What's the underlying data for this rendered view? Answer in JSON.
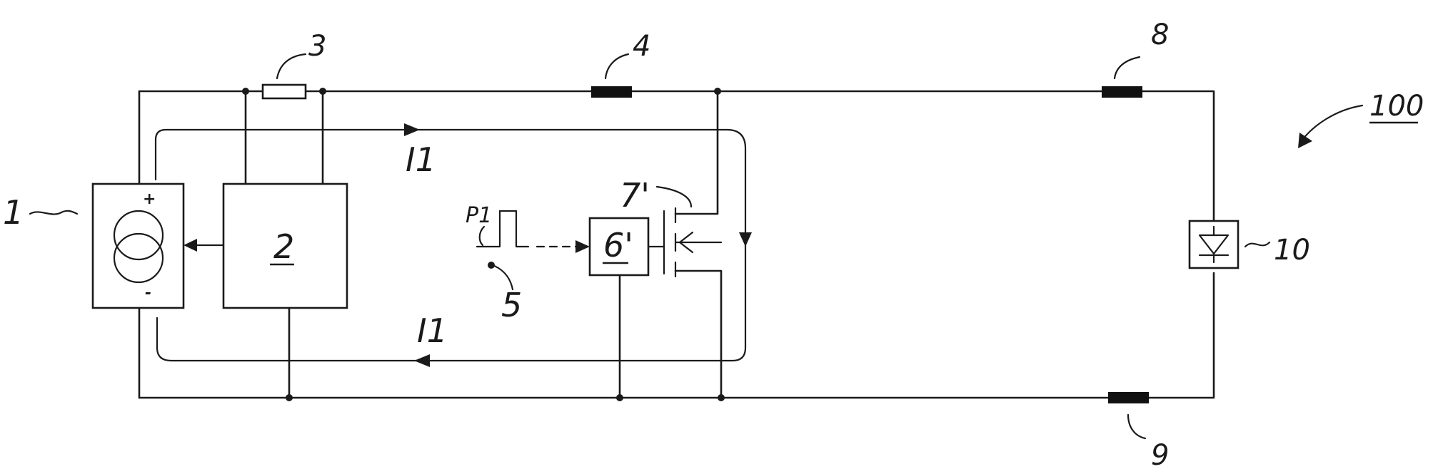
{
  "labels": {
    "source": "1",
    "controller": "2",
    "resistor": "3",
    "connector_top_left": "4",
    "pulse": "5",
    "driver": "6'",
    "transistor": "7'",
    "connector_top_right": "8",
    "connector_bottom": "9",
    "led": "10",
    "system": "100",
    "current_top": "I1",
    "current_bottom": "I1",
    "pulse_mark": "P1",
    "plus": "+",
    "minus": "-"
  }
}
